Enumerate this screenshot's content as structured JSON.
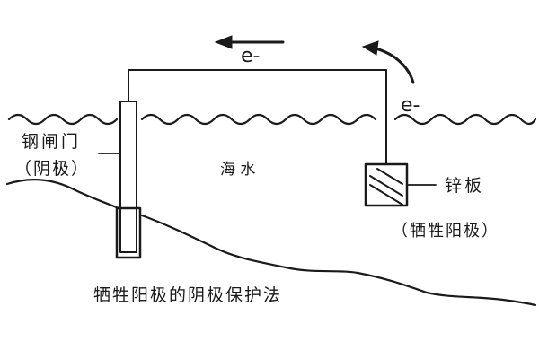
{
  "labels": {
    "electron_top": "e-",
    "electron_right": "e-",
    "gate_name": "钢闸门",
    "gate_role": "（阴极）",
    "water": "海 水",
    "zinc_name": "锌板",
    "zinc_role": "（牺牲阳极）",
    "caption": "牺牲阳极的阴极保护法"
  },
  "colors": {
    "ink": "#1a1a1a",
    "background": "#ffffff"
  }
}
